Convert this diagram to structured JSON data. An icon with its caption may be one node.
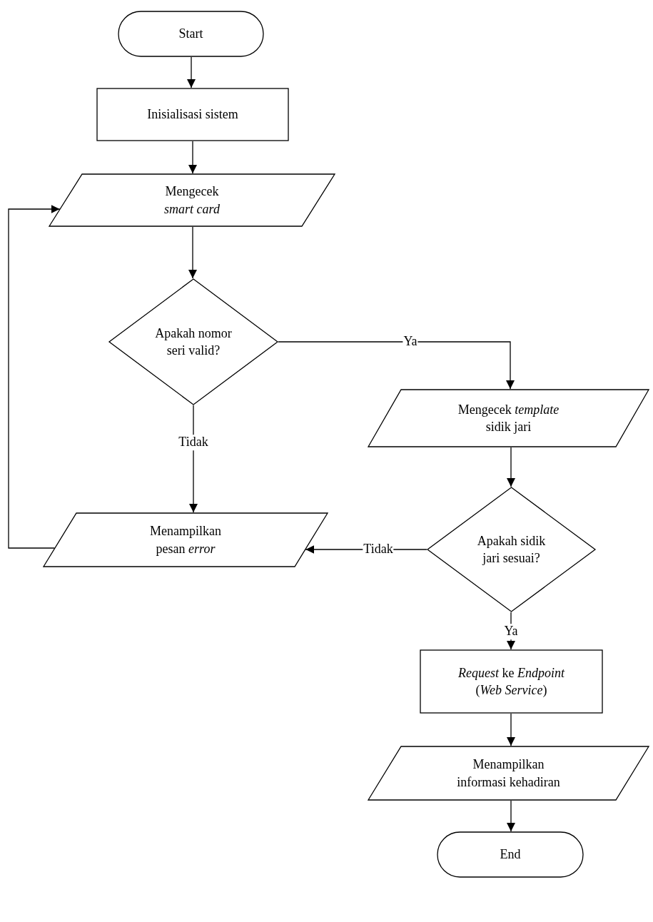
{
  "diagram": {
    "nodes": [
      {
        "text": [
          "Start"
        ]
      },
      {
        "text": [
          "Inisialisasi sistem"
        ]
      },
      {
        "text": [
          "Mengecek *smart card*"
        ]
      },
      {
        "text": [
          "Apakah nomor seri valid?"
        ]
      },
      {
        "text": [
          "Mengecek *template* sidik jari"
        ]
      },
      {
        "text": [
          "Menampilkan pesan *error*"
        ]
      },
      {
        "text": [
          "Apakah sidik jari sesuai?"
        ]
      },
      {
        "text": [
          "*Request* ke *Endpoint* (*Web Service*)"
        ]
      },
      {
        "text": [
          "Menampilkan informasi kehadiran"
        ]
      },
      {
        "text": [
          "End"
        ]
      }
    ],
    "edges": [
      {
        "from": 0,
        "to": 1,
        "arrow": "to"
      },
      {
        "from": 1,
        "to": 2,
        "arrow": "to"
      },
      {
        "from": 2,
        "to": 3,
        "arrow": "to"
      },
      {
        "from": 3,
        "to": 4,
        "arrow": "to",
        "label": "Ya"
      },
      {
        "from": 3,
        "to": 5,
        "arrow": "to",
        "label": "Tidak"
      },
      {
        "from": 5,
        "to": 2,
        "arrow": "to"
      },
      {
        "from": 4,
        "to": 6,
        "arrow": "to"
      },
      {
        "from": 6,
        "to": 5,
        "arrow": "to",
        "label": "Tidak"
      },
      {
        "from": 6,
        "to": 7,
        "arrow": "to",
        "label": "Ya"
      },
      {
        "from": 7,
        "to": 8,
        "arrow": "to"
      },
      {
        "from": 8,
        "to": 9,
        "arrow": "to"
      }
    ]
  }
}
